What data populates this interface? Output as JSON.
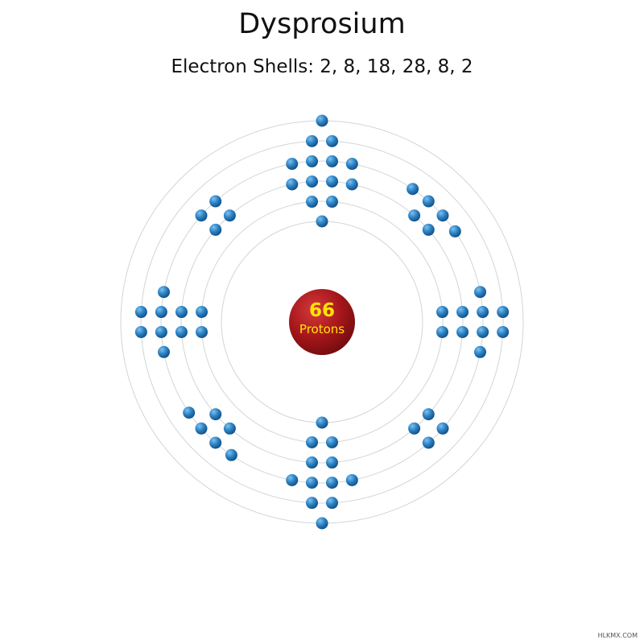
{
  "element": {
    "name": "Dysprosium",
    "shells_label": "Electron Shells: 2, 8, 18, 28, 8, 2",
    "shells": [
      2,
      8,
      18,
      28,
      8,
      2
    ]
  },
  "nucleus": {
    "count": "66",
    "label": "Protons",
    "color": "#a5161a",
    "text_color": "#ffe600"
  },
  "colors": {
    "orbit": "#cfd6d9",
    "electron": "#1f6fb2"
  },
  "watermark": "HLKMX.COM"
}
